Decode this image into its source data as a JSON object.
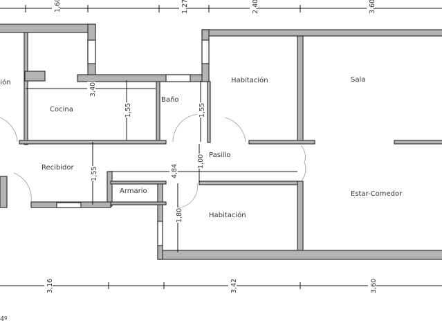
{
  "rooms": {
    "habitacion_left": "Habitación",
    "cocina": "Cocina",
    "bano": "Baño",
    "habitacion_top": "Habitación",
    "sala": "Sala",
    "pasillo": "Pasillo",
    "recibidor": "Recibidor",
    "armario": "Armario",
    "estar_comedor": "Estar-Comedor",
    "habitacion_bottom": "Habitación"
  },
  "dimensions": {
    "top": [
      "1,60",
      "1,27",
      "2,40",
      "3,60"
    ],
    "bottom": [
      "3,16",
      "3,42",
      "3,60"
    ],
    "interior": {
      "cocina_width": "3,40",
      "cocina_depth": "1,55",
      "bano_depth": "1,55",
      "pasillo_width": "1,00",
      "pasillo_length": "4,84",
      "recibidor_depth": "1,55",
      "habitacion_depth": "1,80"
    }
  },
  "footer": {
    "floor_note": "4º"
  },
  "colors": {
    "wall": "#b4b4b4",
    "line": "#333333"
  }
}
